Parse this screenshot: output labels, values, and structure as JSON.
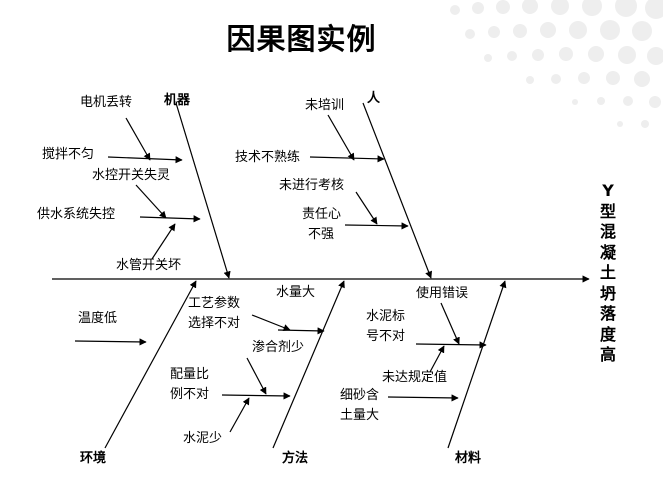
{
  "title": "因果图实例",
  "effect": "Y型混凝土坍落度高",
  "categories": {
    "machine": "机器",
    "person": "人",
    "environment": "环境",
    "method": "方法",
    "material": "材料"
  },
  "causes": {
    "motor": "电机丢转",
    "stirring": "搅拌不匀",
    "water_switch": "水控开关失灵",
    "water_supply": "供水系统失控",
    "pipe_switch": "水管开关坏",
    "untrained": "未培训",
    "skill": "技术不熟练",
    "no_assessment": "未进行考核",
    "responsibility_1": "责任心",
    "responsibility_2": "不强",
    "low_temp": "温度低",
    "process_1": "工艺参数",
    "process_2": "选择不对",
    "water_much": "水量大",
    "admixture": "渗合剂少",
    "ratio_1": "配量比",
    "ratio_2": "例不对",
    "cement_less": "水泥少",
    "misuse": "使用错误",
    "cement_label_1": "水泥标",
    "cement_label_2": "号不对",
    "not_spec": "未达规定值",
    "sand_1": "细砂含",
    "sand_2": "土量大"
  }
}
